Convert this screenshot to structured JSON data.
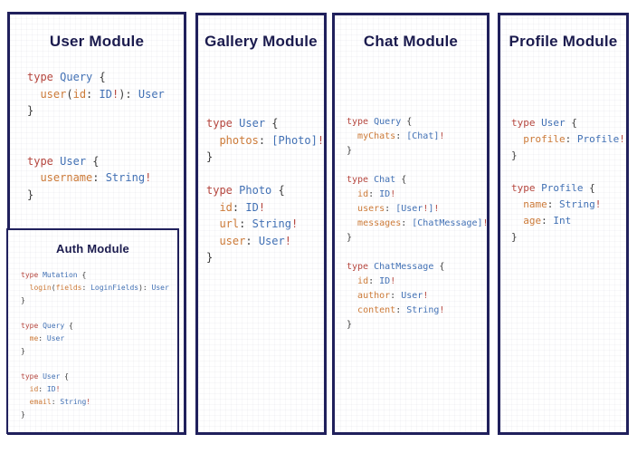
{
  "colors": {
    "border": "#20205c",
    "title": "#1b1b4e",
    "kw": "#b5463e",
    "ty": "#4170b4",
    "fl": "#cc7a38",
    "pn": "#3b3b3b"
  },
  "panels": {
    "user": {
      "title": "User Module",
      "code": [
        [
          [
            "k",
            "type"
          ],
          [
            "p",
            " "
          ],
          [
            "t",
            "Query"
          ],
          [
            "p",
            " {"
          ]
        ],
        [
          [
            "p",
            "  "
          ],
          [
            "f",
            "user"
          ],
          [
            "p",
            "("
          ],
          [
            "f",
            "id"
          ],
          [
            "p",
            ": "
          ],
          [
            "t",
            "ID"
          ],
          [
            "b",
            "!"
          ],
          [
            "p",
            "): "
          ],
          [
            "t",
            "User"
          ]
        ],
        [
          [
            "p",
            "}"
          ]
        ],
        [],
        [],
        [
          [
            "k",
            "type"
          ],
          [
            "p",
            " "
          ],
          [
            "t",
            "User"
          ],
          [
            "p",
            " {"
          ]
        ],
        [
          [
            "p",
            "  "
          ],
          [
            "f",
            "username"
          ],
          [
            "p",
            ": "
          ],
          [
            "t",
            "String"
          ],
          [
            "b",
            "!"
          ]
        ],
        [
          [
            "p",
            "}"
          ]
        ]
      ]
    },
    "auth": {
      "title": "Auth Module",
      "code": [
        [
          [
            "k",
            "type"
          ],
          [
            "p",
            " "
          ],
          [
            "t",
            "Mutation"
          ],
          [
            "p",
            " {"
          ]
        ],
        [
          [
            "p",
            "  "
          ],
          [
            "f",
            "login"
          ],
          [
            "p",
            "("
          ],
          [
            "f",
            "fields"
          ],
          [
            "p",
            ": "
          ],
          [
            "t",
            "LoginFields"
          ],
          [
            "p",
            "): "
          ],
          [
            "t",
            "User"
          ]
        ],
        [
          [
            "p",
            "}"
          ]
        ],
        [],
        [
          [
            "k",
            "type"
          ],
          [
            "p",
            " "
          ],
          [
            "t",
            "Query"
          ],
          [
            "p",
            " {"
          ]
        ],
        [
          [
            "p",
            "  "
          ],
          [
            "f",
            "me"
          ],
          [
            "p",
            ": "
          ],
          [
            "t",
            "User"
          ]
        ],
        [
          [
            "p",
            "}"
          ]
        ],
        [],
        [
          [
            "k",
            "type"
          ],
          [
            "p",
            " "
          ],
          [
            "t",
            "User"
          ],
          [
            "p",
            " {"
          ]
        ],
        [
          [
            "p",
            "  "
          ],
          [
            "f",
            "id"
          ],
          [
            "p",
            ": "
          ],
          [
            "t",
            "ID"
          ],
          [
            "b",
            "!"
          ]
        ],
        [
          [
            "p",
            "  "
          ],
          [
            "f",
            "email"
          ],
          [
            "p",
            ": "
          ],
          [
            "t",
            "String"
          ],
          [
            "b",
            "!"
          ]
        ],
        [
          [
            "p",
            "}"
          ]
        ]
      ]
    },
    "gallery": {
      "title": "Gallery Module",
      "code": [
        [
          [
            "k",
            "type"
          ],
          [
            "p",
            " "
          ],
          [
            "t",
            "User"
          ],
          [
            "p",
            " {"
          ]
        ],
        [
          [
            "p",
            "  "
          ],
          [
            "f",
            "photos"
          ],
          [
            "p",
            ": "
          ],
          [
            "t",
            "[Photo]"
          ],
          [
            "b",
            "!"
          ]
        ],
        [
          [
            "p",
            "}"
          ]
        ],
        [],
        [
          [
            "k",
            "type"
          ],
          [
            "p",
            " "
          ],
          [
            "t",
            "Photo"
          ],
          [
            "p",
            " {"
          ]
        ],
        [
          [
            "p",
            "  "
          ],
          [
            "f",
            "id"
          ],
          [
            "p",
            ": "
          ],
          [
            "t",
            "ID"
          ],
          [
            "b",
            "!"
          ]
        ],
        [
          [
            "p",
            "  "
          ],
          [
            "f",
            "url"
          ],
          [
            "p",
            ": "
          ],
          [
            "t",
            "String"
          ],
          [
            "b",
            "!"
          ]
        ],
        [
          [
            "p",
            "  "
          ],
          [
            "f",
            "user"
          ],
          [
            "p",
            ": "
          ],
          [
            "t",
            "User"
          ],
          [
            "b",
            "!"
          ]
        ],
        [
          [
            "p",
            "}"
          ]
        ]
      ]
    },
    "chat": {
      "title": "Chat Module",
      "code": [
        [
          [
            "k",
            "type"
          ],
          [
            "p",
            " "
          ],
          [
            "t",
            "Query"
          ],
          [
            "p",
            " {"
          ]
        ],
        [
          [
            "p",
            "  "
          ],
          [
            "f",
            "myChats"
          ],
          [
            "p",
            ": "
          ],
          [
            "t",
            "[Chat]"
          ],
          [
            "b",
            "!"
          ]
        ],
        [
          [
            "p",
            "}"
          ]
        ],
        [],
        [
          [
            "k",
            "type"
          ],
          [
            "p",
            " "
          ],
          [
            "t",
            "Chat"
          ],
          [
            "p",
            " {"
          ]
        ],
        [
          [
            "p",
            "  "
          ],
          [
            "f",
            "id"
          ],
          [
            "p",
            ": "
          ],
          [
            "t",
            "ID"
          ],
          [
            "b",
            "!"
          ]
        ],
        [
          [
            "p",
            "  "
          ],
          [
            "f",
            "users"
          ],
          [
            "p",
            ": "
          ],
          [
            "t",
            "[User"
          ],
          [
            "b",
            "!"
          ],
          [
            "t",
            "]"
          ],
          [
            "b",
            "!"
          ]
        ],
        [
          [
            "p",
            "  "
          ],
          [
            "f",
            "messages"
          ],
          [
            "p",
            ": "
          ],
          [
            "t",
            "[ChatMessage]"
          ],
          [
            "b",
            "!"
          ]
        ],
        [
          [
            "p",
            "}"
          ]
        ],
        [],
        [
          [
            "k",
            "type"
          ],
          [
            "p",
            " "
          ],
          [
            "t",
            "ChatMessage"
          ],
          [
            "p",
            " {"
          ]
        ],
        [
          [
            "p",
            "  "
          ],
          [
            "f",
            "id"
          ],
          [
            "p",
            ": "
          ],
          [
            "t",
            "ID"
          ],
          [
            "b",
            "!"
          ]
        ],
        [
          [
            "p",
            "  "
          ],
          [
            "f",
            "author"
          ],
          [
            "p",
            ": "
          ],
          [
            "t",
            "User"
          ],
          [
            "b",
            "!"
          ]
        ],
        [
          [
            "p",
            "  "
          ],
          [
            "f",
            "content"
          ],
          [
            "p",
            ": "
          ],
          [
            "t",
            "String"
          ],
          [
            "b",
            "!"
          ]
        ],
        [
          [
            "p",
            "}"
          ]
        ]
      ]
    },
    "profile": {
      "title": "Profile Module",
      "code": [
        [
          [
            "k",
            "type"
          ],
          [
            "p",
            " "
          ],
          [
            "t",
            "User"
          ],
          [
            "p",
            " {"
          ]
        ],
        [
          [
            "p",
            "  "
          ],
          [
            "f",
            "profile"
          ],
          [
            "p",
            ": "
          ],
          [
            "t",
            "Profile"
          ],
          [
            "b",
            "!"
          ]
        ],
        [
          [
            "p",
            "}"
          ]
        ],
        [],
        [
          [
            "k",
            "type"
          ],
          [
            "p",
            " "
          ],
          [
            "t",
            "Profile"
          ],
          [
            "p",
            " {"
          ]
        ],
        [
          [
            "p",
            "  "
          ],
          [
            "f",
            "name"
          ],
          [
            "p",
            ": "
          ],
          [
            "t",
            "String"
          ],
          [
            "b",
            "!"
          ]
        ],
        [
          [
            "p",
            "  "
          ],
          [
            "f",
            "age"
          ],
          [
            "p",
            ": "
          ],
          [
            "t",
            "Int"
          ]
        ],
        [
          [
            "p",
            "}"
          ]
        ]
      ]
    }
  }
}
